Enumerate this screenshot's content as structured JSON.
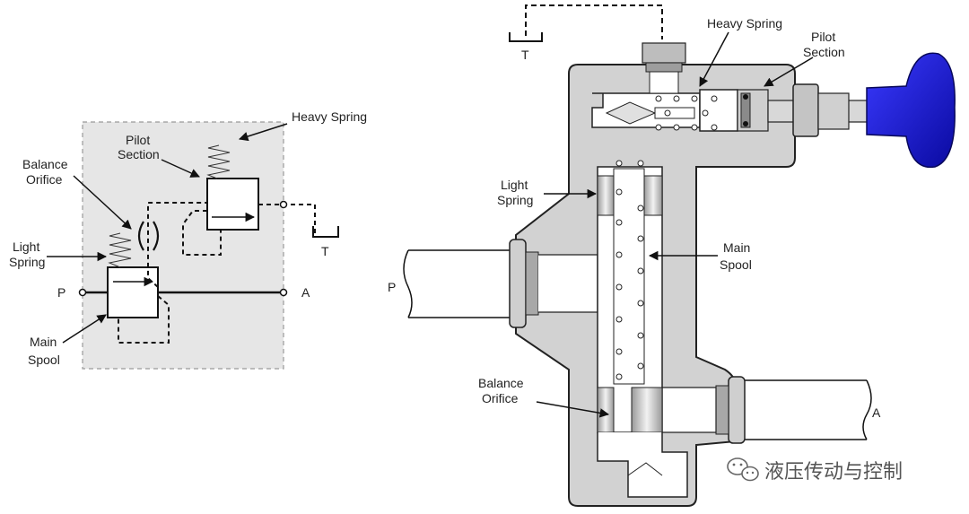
{
  "schematic": {
    "labels": {
      "heavy_spring": "Heavy Spring",
      "pilot_1": "Pilot",
      "pilot_2": "Section",
      "balance_1": "Balance",
      "balance_2": "Orifice",
      "light_1": "Light",
      "light_2": "Spring",
      "main_1": "Main",
      "main_2": "Spool",
      "port_p": "P",
      "port_a": "A",
      "port_t": "T"
    }
  },
  "cutaway": {
    "labels": {
      "heavy_spring": "Heavy Spring",
      "pilot_1": "Pilot",
      "pilot_2": "Section",
      "light_1": "Light",
      "light_2": "Spring",
      "main_1": "Main",
      "main_2": "Spool",
      "balance_1": "Balance",
      "balance_2": "Orifice",
      "port_p": "P",
      "port_a": "A",
      "port_t": "T"
    }
  },
  "watermark": {
    "text": "液压传动与控制",
    "icon": "wechat-icon"
  },
  "colors": {
    "body": "#d2d2d2",
    "outline": "#222222",
    "panel": "#e6e6e6",
    "knob": "#1515c8"
  }
}
